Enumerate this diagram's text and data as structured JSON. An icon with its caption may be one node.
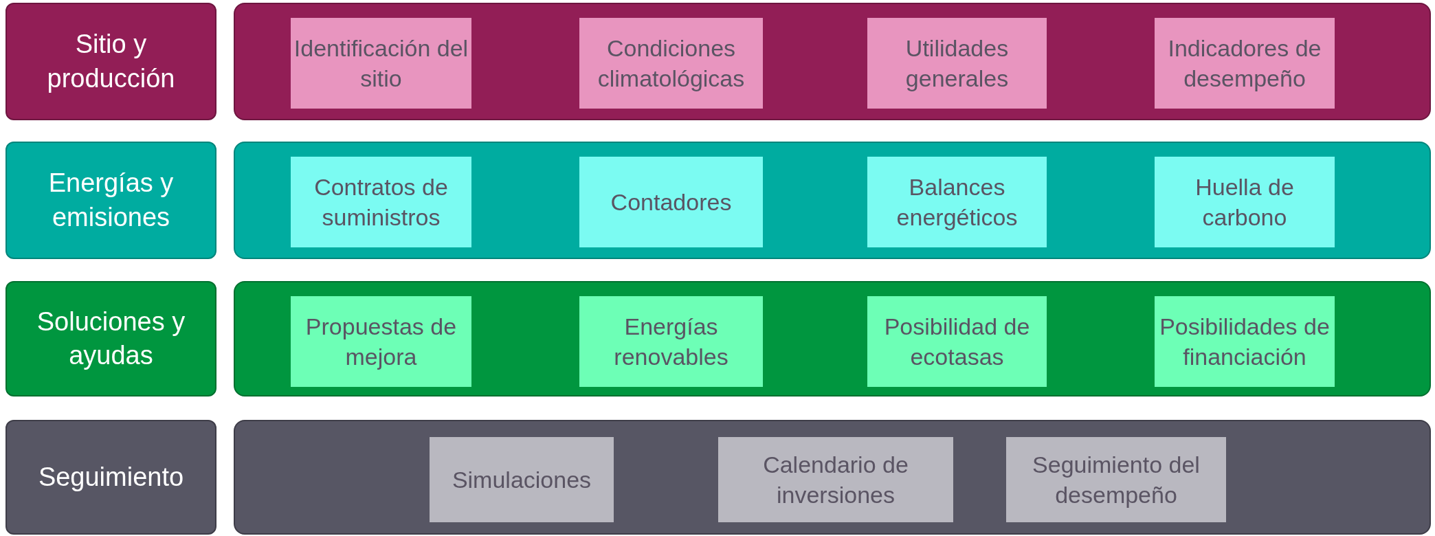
{
  "diagram": {
    "nodes": [
      {
        "text": [
          "Sitio y producción"
        ]
      },
      {
        "text": [],
        "shape": "box"
      },
      {
        "text": [
          "Identificación del sitio"
        ],
        "in": 1
      },
      {
        "text": [
          "Condiciones climatológicas"
        ],
        "in": 1
      },
      {
        "text": [
          "Utilidades generales"
        ],
        "in": 1
      },
      {
        "text": [
          "Indicadores de desempeño"
        ],
        "in": 1
      },
      {
        "text": [
          "Energías y emisiones"
        ]
      },
      {
        "text": [],
        "shape": "box"
      },
      {
        "text": [
          "Contratos de suministros"
        ],
        "in": 7
      },
      {
        "text": [
          "Contadores"
        ],
        "in": 7
      },
      {
        "text": [
          "Balances energéticos"
        ],
        "in": 7
      },
      {
        "text": [
          "Huella de carbono"
        ],
        "in": 7
      },
      {
        "text": [
          "Soluciones y ayudas"
        ]
      },
      {
        "text": [],
        "shape": "box"
      },
      {
        "text": [
          "Propuestas de mejora"
        ],
        "in": 13
      },
      {
        "text": [
          "Energías renovables"
        ],
        "in": 13
      },
      {
        "text": [
          "Posibilidad de ecotasas"
        ],
        "in": 13
      },
      {
        "text": [
          "Posibilidades de financiación"
        ],
        "in": 13
      },
      {
        "text": [
          "Seguimiento"
        ]
      },
      {
        "text": [],
        "shape": "box"
      },
      {
        "text": [
          "Simulaciones"
        ],
        "in": 19
      },
      {
        "text": [
          "Calendario de inversiones"
        ],
        "in": 19
      },
      {
        "text": [
          "Seguimiento del desempeño"
        ],
        "in": 19
      }
    ]
  }
}
